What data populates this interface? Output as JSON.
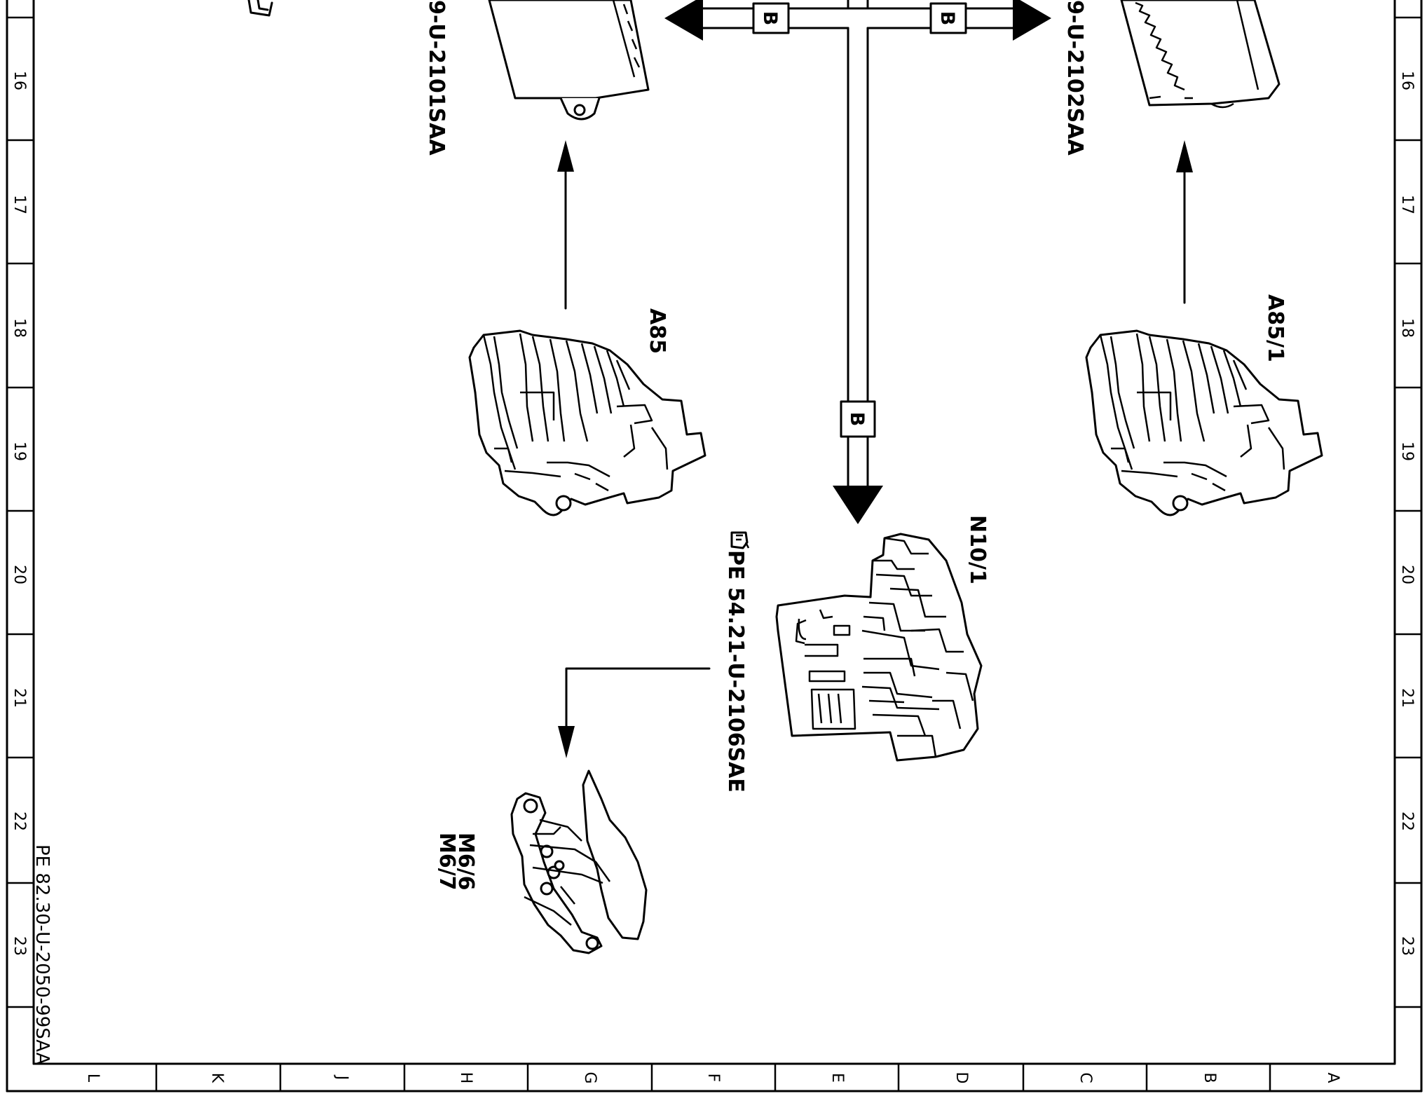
{
  "row_numbers": [
    "16",
    "17",
    "18",
    "19",
    "20",
    "21",
    "22",
    "23"
  ],
  "column_letters": [
    "L",
    "K",
    "J",
    "H",
    "G",
    "F",
    "E",
    "D",
    "C",
    "B",
    "A"
  ],
  "components": {
    "a85": "A85",
    "a85_1": "A85/1",
    "n10_1": "N10/1",
    "m6_6": "M6/6",
    "m6_7": "M6/7",
    "ref_left": "9-U-2101SAA",
    "ref_right": "9-U-2102SAA"
  },
  "bus_marker": "B",
  "reference_note": "PE 54.21-U-2106SAE",
  "drawing_number": "PE 82.30-U-2050-99SAA"
}
